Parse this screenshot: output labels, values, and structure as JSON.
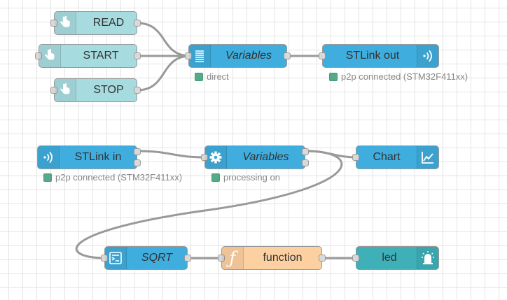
{
  "flow1": {
    "inject_read": {
      "label": "READ"
    },
    "inject_start": {
      "label": "START"
    },
    "inject_stop": {
      "label": "STOP"
    },
    "variables": {
      "label": "Variables",
      "status": "direct"
    },
    "stlink_out": {
      "label": "STLink out",
      "status": "p2p connected (STM32F411xx)"
    }
  },
  "flow2": {
    "stlink_in": {
      "label": "STLink in",
      "status": "p2p connected (STM32F411xx)"
    },
    "variables": {
      "label": "Variables",
      "status": "processing on"
    },
    "chart": {
      "label": "Chart"
    },
    "sqrt": {
      "label": "SQRT"
    },
    "function": {
      "label": "function"
    },
    "led": {
      "label": "led"
    }
  },
  "colors": {
    "status_green": "#55aa88",
    "wire": "#999999",
    "node_blue": "#3fadde",
    "button_teal": "#a6dbe0",
    "function_orange": "#fdd0a2",
    "led_teal": "#3fb0b8"
  }
}
